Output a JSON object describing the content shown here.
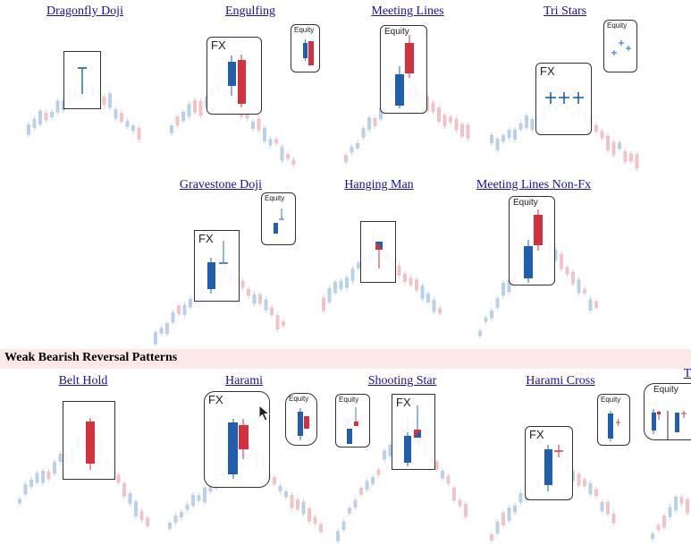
{
  "section_heading": "Weak Bearish Reversal Patterns",
  "colors": {
    "bull": "#1f5fae",
    "bear": "#d2313d",
    "bull_faded": "#b9d0ea",
    "bear_faded": "#f1c2c7",
    "link": "#1a0dab",
    "band": "#fbe9e7"
  },
  "patterns": [
    {
      "id": "dragonfly-doji",
      "title": "Dragonfly Doji",
      "boxes": [
        {
          "label": ""
        }
      ]
    },
    {
      "id": "engulfing",
      "title": "Engulfing",
      "boxes": [
        {
          "label": "FX"
        },
        {
          "label": "Equity"
        }
      ]
    },
    {
      "id": "meeting-lines",
      "title": "Meeting Lines",
      "boxes": [
        {
          "label": "Equity"
        }
      ]
    },
    {
      "id": "tri-stars",
      "title": "Tri Stars",
      "boxes": [
        {
          "label": "FX"
        },
        {
          "label": "Equity"
        }
      ]
    },
    {
      "id": "gravestone-doji",
      "title": "Gravestone Doji",
      "boxes": [
        {
          "label": "FX"
        },
        {
          "label": "Equity"
        }
      ]
    },
    {
      "id": "hanging-man",
      "title": "Hanging Man",
      "boxes": [
        {
          "label": ""
        }
      ]
    },
    {
      "id": "meeting-lines-non-fx",
      "title": "Meeting Lines Non-Fx",
      "boxes": [
        {
          "label": "Equity"
        }
      ]
    },
    {
      "id": "belt-hold",
      "title": "Belt Hold",
      "boxes": [
        {
          "label": ""
        }
      ]
    },
    {
      "id": "harami",
      "title": "Harami",
      "boxes": [
        {
          "label": "FX"
        },
        {
          "label": "Equity"
        }
      ]
    },
    {
      "id": "shooting-star",
      "title": "Shooting Star",
      "boxes": [
        {
          "label": "Equity"
        },
        {
          "label": "FX"
        }
      ]
    },
    {
      "id": "harami-cross",
      "title": "Harami Cross",
      "boxes": [
        {
          "label": "FX"
        },
        {
          "label": "Equity"
        },
        {
          "label": "Equity"
        }
      ]
    },
    {
      "id": "truncated-next",
      "title": "T",
      "boxes": []
    }
  ]
}
